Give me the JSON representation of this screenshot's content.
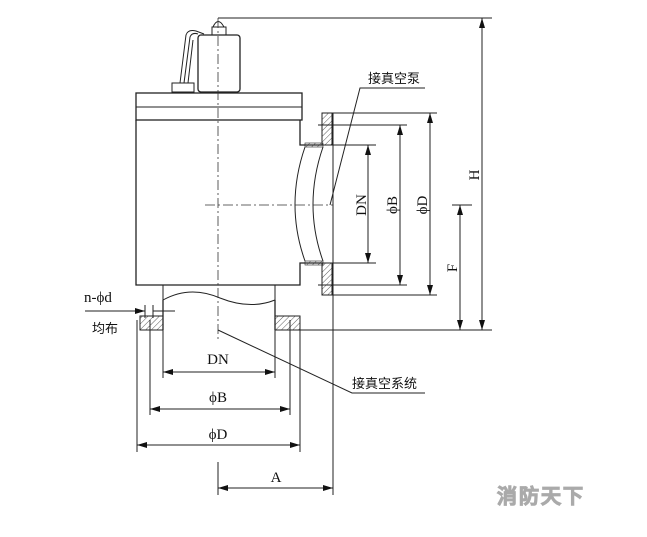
{
  "labels": {
    "vacuum_pump": "接真空泵",
    "vacuum_system": "接真空系统",
    "bolt_holes": "n-ϕd",
    "evenly_distributed": "均布",
    "side_dn": "DN",
    "side_b": "ϕB",
    "side_d": "ϕD",
    "height": "H",
    "center_height": "F",
    "bottom_dn": "DN",
    "bottom_b": "ϕB",
    "bottom_d": "ϕD",
    "offset": "A"
  },
  "watermark": "消防天下"
}
